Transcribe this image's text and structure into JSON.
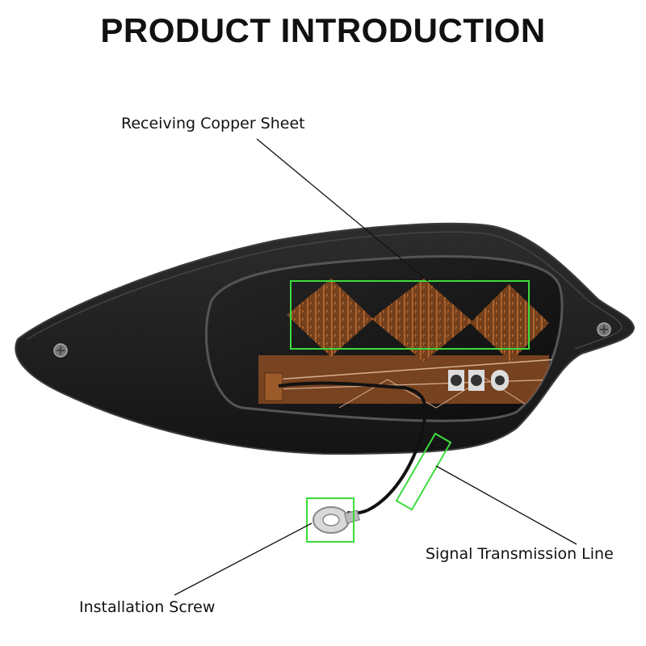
{
  "title": "PRODUCT INTRODUCTION",
  "callouts": {
    "copper_sheet": "Receiving Copper Sheet",
    "signal_line": "Signal Transmission Line",
    "install_screw": "Installation Screw"
  },
  "colors": {
    "highlight": "#3ddc3d",
    "housing": "#1c1c1c",
    "copper": "#b0652f"
  }
}
